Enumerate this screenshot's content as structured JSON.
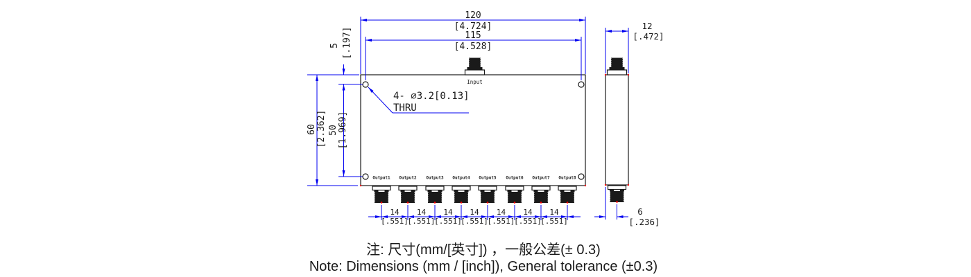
{
  "drawing": {
    "note": {
      "cn": "注: 尺寸(mm/[英寸]) ，一般公差(± 0.3)",
      "en": "Note: Dimensions (mm / [inch]), General tolerance (±0.3)"
    },
    "colors": {
      "dimension_blue": "#0000F0",
      "outline_black": "#1A1A1A",
      "defpoint_red": "#FF0000"
    },
    "front_view": {
      "input_label": "Input",
      "output_labels": [
        "Output1",
        "Output2",
        "Output3",
        "Output4",
        "Output5",
        "Output6",
        "Output7",
        "Output8"
      ],
      "hole_callout": {
        "line1": "4- ⌀3.2[0.13]",
        "line2": "THRU"
      },
      "dims": {
        "overall_width": {
          "mm": "120",
          "inch": "[4.724]"
        },
        "hole_span_width": {
          "mm": "115",
          "inch": "[4.528]"
        },
        "hole_top_offset": {
          "mm": "5",
          "inch": "[.197]"
        },
        "overall_height": {
          "mm": "60",
          "inch": "[2.362]"
        },
        "hole_span_height": {
          "mm": "50",
          "inch": "[1.969]"
        },
        "output_spacing": {
          "mm": "14",
          "inch": "[.551]"
        }
      }
    },
    "side_view": {
      "dims": {
        "depth": {
          "mm": "12",
          "inch": "[.472]"
        },
        "connector_offset": {
          "mm": "6",
          "inch": "[.236]"
        }
      }
    }
  }
}
